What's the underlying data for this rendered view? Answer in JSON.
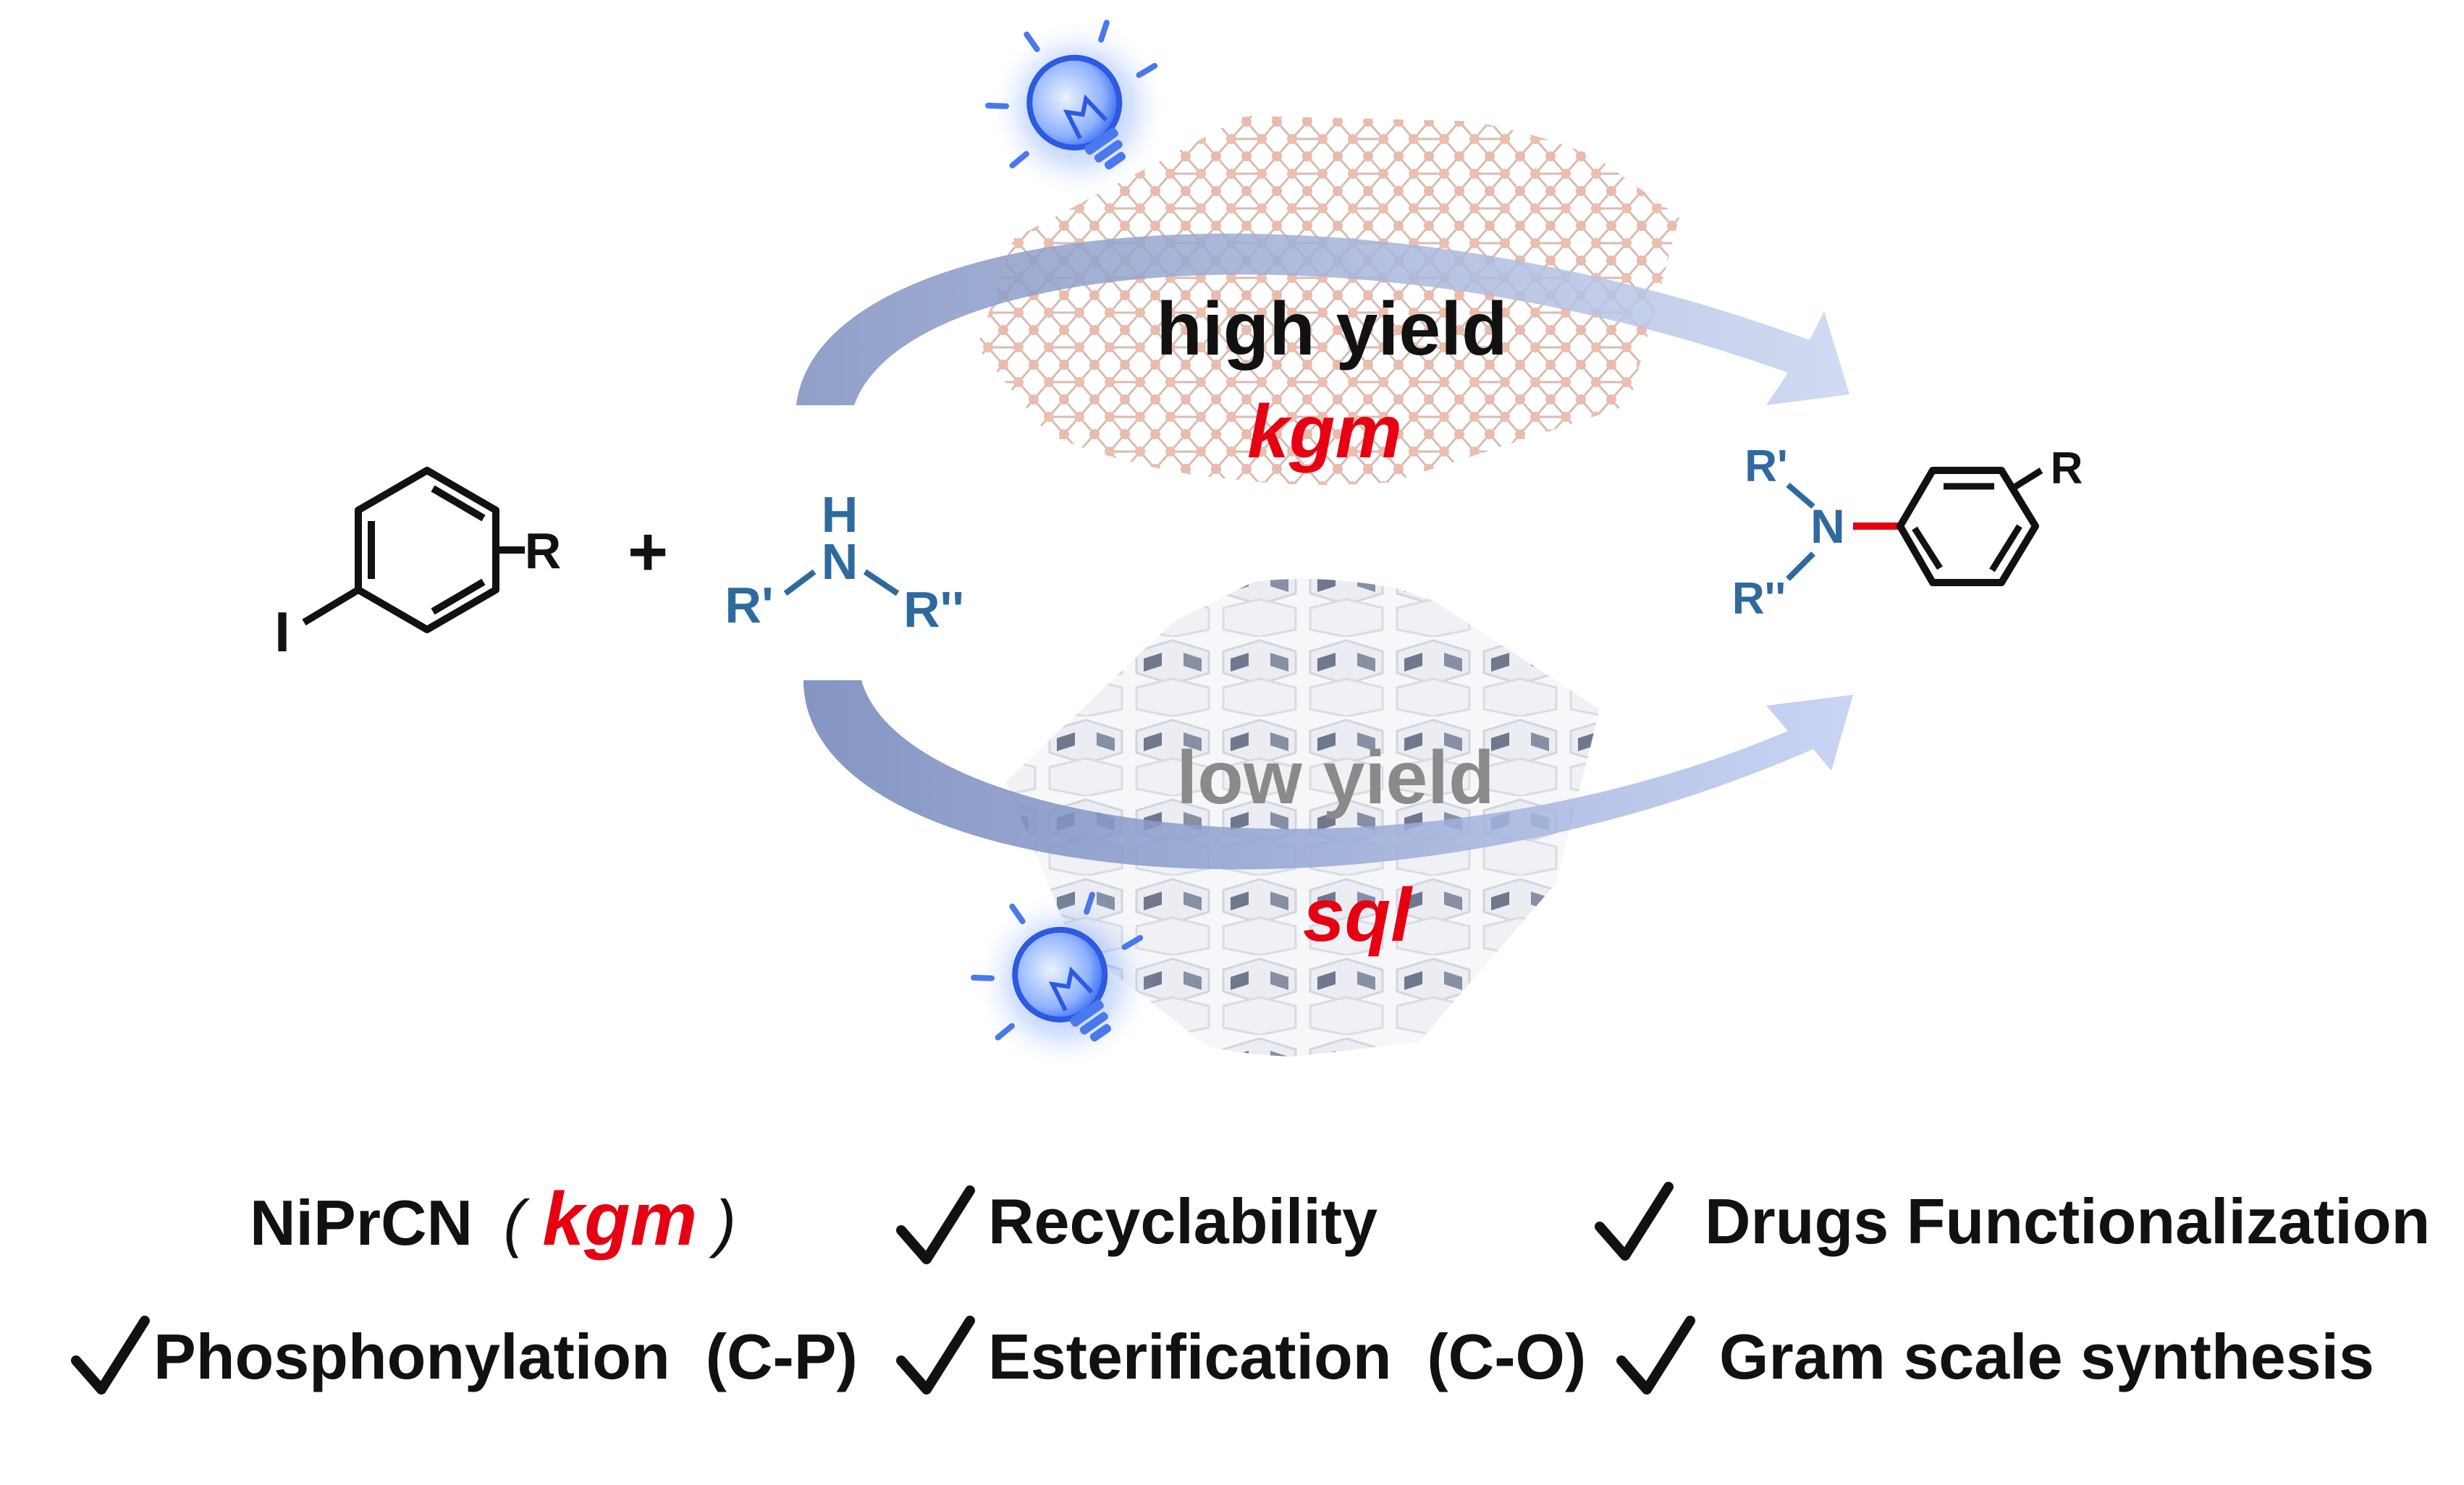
{
  "reaction": {
    "substituent_R": "R",
    "leaving_group": "I",
    "plus": "+",
    "amine": {
      "H": "H",
      "N": "N",
      "left": "R'",
      "right": "R''"
    },
    "product": {
      "R1": "R'",
      "N": "N",
      "R2": "R''",
      "R": "R"
    }
  },
  "pathways": {
    "top": {
      "result": "high yield",
      "topology": "kgm"
    },
    "bottom": {
      "result": "low yield",
      "topology": "sql"
    }
  },
  "features": {
    "catalyst": {
      "name": "NiPrCN",
      "open": "(",
      "topology": "kgm",
      "close": ")"
    },
    "items": [
      "Recyclability",
      "Drugs Functionalization",
      "Phosphonylation  (C-P)",
      "Esterification  (C-O)",
      "Gram scale synthesis"
    ]
  },
  "colors": {
    "text": "#111111",
    "accent_red": "#e60012",
    "amine_blue": "#2f6a9e",
    "bulb_blue": "#3b6cf0",
    "arrow": "#7d92c8",
    "kgm_net": "#e3a592",
    "sql_net": "#5c6680"
  },
  "icons": [
    "light-bulb-icon",
    "check-icon"
  ]
}
